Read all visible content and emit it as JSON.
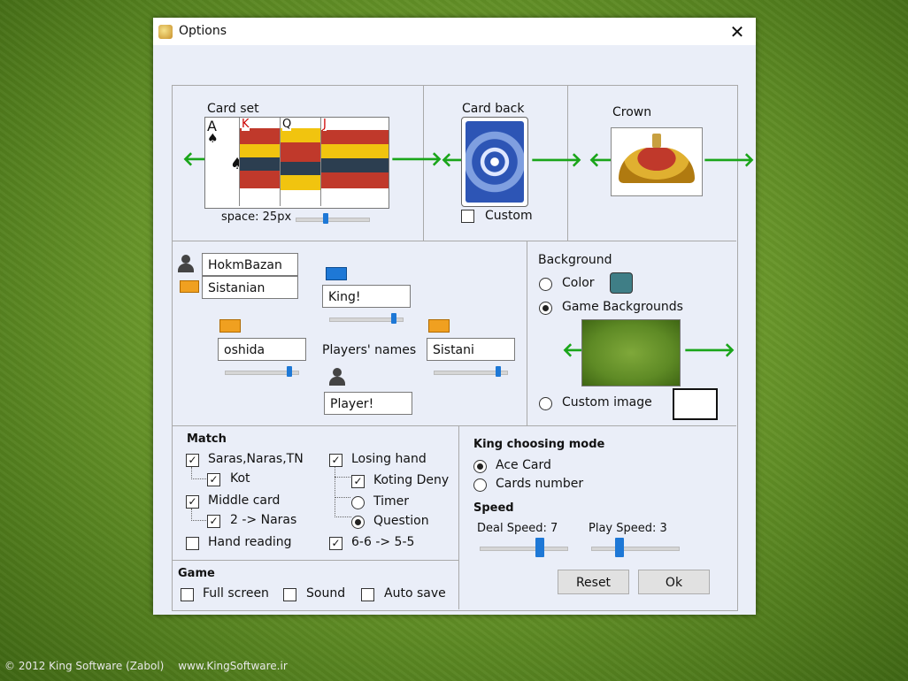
{
  "window": {
    "title": "Options",
    "close_glyph": "✕"
  },
  "footer": {
    "copyright": "© 2012 King Software (Zabol)",
    "website": "www.KingSoftware.ir"
  },
  "card_set": {
    "label": "Card set",
    "spacing_label": "space: 25px",
    "spacing_level": 0.4,
    "cards": [
      "A",
      "K",
      "Q",
      "J"
    ],
    "suit_symbol": "♠"
  },
  "card_back": {
    "label": "Card back",
    "custom_label": "Custom",
    "custom_checked": false
  },
  "crown": {
    "label": "Crown"
  },
  "players": {
    "center_label": "Players' names",
    "top_left_names": [
      "HokmBazan",
      "Sistanian"
    ],
    "top": {
      "name": "King!",
      "level": 0.9
    },
    "left": {
      "name": "oshida",
      "level": 0.9
    },
    "right": {
      "name": "Sistani",
      "level": 0.9
    },
    "bottom": {
      "name": "Player!"
    }
  },
  "background": {
    "label": "Background",
    "color_label": "Color",
    "color_value": "#3f7e86",
    "game_backgrounds_label": "Game Backgrounds",
    "custom_image_label": "Custom image",
    "selected": "Game Backgrounds"
  },
  "match": {
    "label": "Match",
    "saras": {
      "label": "Saras,Naras,TN",
      "checked": true
    },
    "kot": {
      "label": "Kot",
      "checked": true
    },
    "middle_card": {
      "label": "Middle card",
      "checked": true
    },
    "two_naras": {
      "label": "2  ->  Naras",
      "checked": true
    },
    "hand_reading": {
      "label": "Hand reading",
      "checked": false
    },
    "losing_hand": {
      "label": "Losing hand",
      "checked": true
    },
    "koting_deny": {
      "label": "Koting Deny",
      "checked": true
    },
    "timer": {
      "label": "Timer",
      "selected": false
    },
    "question": {
      "label": "Question",
      "selected": true
    },
    "six_six": {
      "label": "6-6  ->  5-5",
      "checked": true
    }
  },
  "game": {
    "label": "Game",
    "full_screen": {
      "label": "Full screen",
      "checked": false
    },
    "sound": {
      "label": "Sound",
      "checked": false
    },
    "auto_save": {
      "label": "Auto save",
      "checked": false
    }
  },
  "king_mode": {
    "label": "King choosing mode",
    "ace_card": {
      "label": "Ace Card",
      "selected": true
    },
    "cards_number": {
      "label": "Cards number",
      "selected": false
    }
  },
  "speed": {
    "label": "Speed",
    "deal_label": "Deal Speed: 7",
    "play_label": "Play Speed: 3",
    "deal_value": 7,
    "play_value": 3,
    "max": 10
  },
  "buttons": {
    "reset": "Reset",
    "ok": "Ok"
  },
  "glyphs": {
    "left_arrow": "🡐",
    "right_arrow": "🡒",
    "check": "✓"
  },
  "colors": {
    "arrow": "#1aa51a",
    "slider_thumb": "#1e78d6",
    "dialog_bg": "#eaeef8"
  }
}
